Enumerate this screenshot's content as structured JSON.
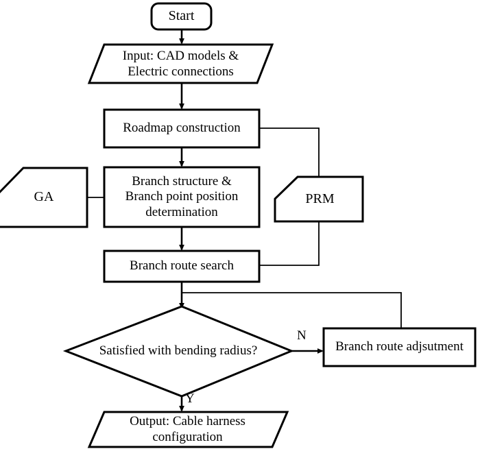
{
  "diagram": {
    "title": "Cable harness routing flowchart",
    "stroke_color": "#000000",
    "fill_color": "#ffffff",
    "background": "#ffffff"
  },
  "nodes": {
    "start": {
      "label": "Start",
      "shape": "rounded-rectangle"
    },
    "input": {
      "label": "Input: CAD models &\nElectric connections",
      "shape": "parallelogram"
    },
    "roadmap": {
      "label": "Roadmap construction",
      "shape": "rectangle"
    },
    "branch_structure": {
      "label": "Branch structure &\nBranch point position\ndetermination",
      "shape": "rectangle"
    },
    "ga": {
      "label": "GA",
      "shape": "cut-corner-rectangle"
    },
    "prm": {
      "label": "PRM",
      "shape": "cut-corner-rectangle"
    },
    "branch_route_search": {
      "label": "Branch route search",
      "shape": "rectangle"
    },
    "decision": {
      "label": "Satisfied with bending radius?",
      "shape": "diamond"
    },
    "adjustment": {
      "label": "Branch route adjsutment",
      "shape": "rectangle"
    },
    "output": {
      "label": "Output: Cable harness\nconfiguration",
      "shape": "parallelogram"
    }
  },
  "edge_labels": {
    "no": "N",
    "yes": "Y"
  }
}
